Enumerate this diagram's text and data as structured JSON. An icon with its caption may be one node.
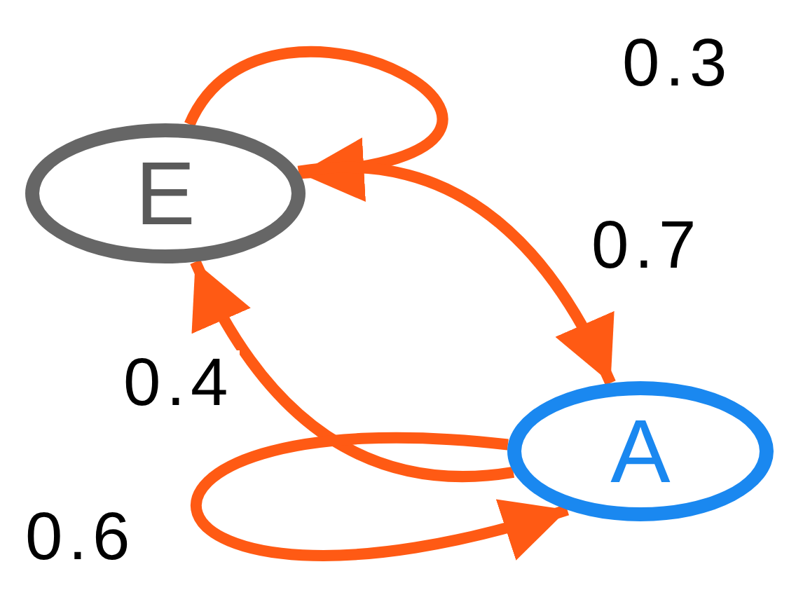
{
  "diagram": {
    "nodes": [
      {
        "text": [
          "E"
        ]
      },
      {
        "text": [
          "A"
        ]
      }
    ],
    "edges": [
      {
        "from": 0,
        "to": 0,
        "arrow": "to",
        "label": "0.3"
      },
      {
        "from": 0,
        "to": 1,
        "arrow": "to",
        "label": "0.7"
      },
      {
        "from": 1,
        "to": 0,
        "arrow": "to",
        "label": "0.4"
      },
      {
        "from": 1,
        "to": 1,
        "arrow": "to",
        "label": "0.6"
      }
    ]
  }
}
